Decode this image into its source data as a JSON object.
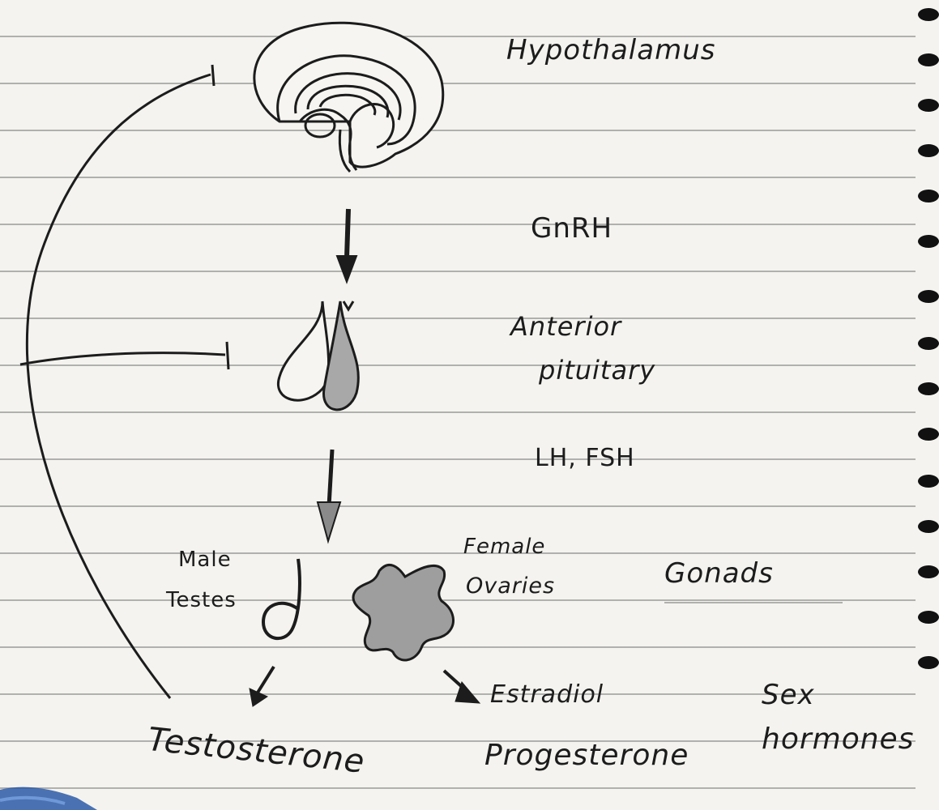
{
  "labels": {
    "hypothalamus": "Hypothalamus",
    "gnrh": "GnRH",
    "anterior": "Anterior",
    "pituitary": "pituitary",
    "lh_fsh": "LH, FSH",
    "male": "Male",
    "testes": "Testes",
    "female": "Female",
    "ovaries": "Ovaries",
    "gonads": "Gonads",
    "testosterone": "Testosterone",
    "estradiol": "Estradiol",
    "progesterone": "Progesterone",
    "sex": "Sex",
    "hormones": "hormones"
  },
  "colors": {
    "paper": "#f4f3ef",
    "rule": "#7a7a7a",
    "ink": "#1c1c1c",
    "shade": "#9a9a9a"
  }
}
